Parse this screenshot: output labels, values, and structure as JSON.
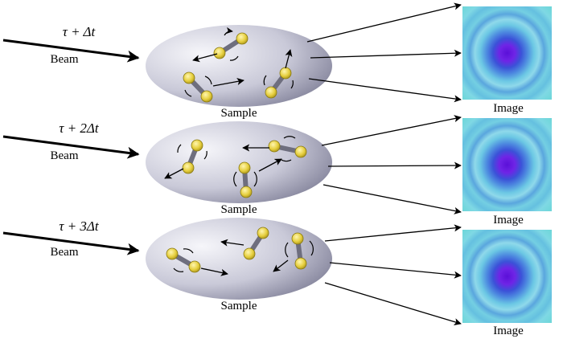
{
  "rows": [
    {
      "time_label": "τ + Δt",
      "beam_label": "Beam",
      "sample_label": "Sample",
      "image_label": "Image"
    },
    {
      "time_label": "τ + 2Δt",
      "beam_label": "Beam",
      "sample_label": "Sample",
      "image_label": "Image"
    },
    {
      "time_label": "τ + 3Δt",
      "beam_label": "Beam",
      "sample_label": "Sample",
      "image_label": "Image"
    }
  ],
  "colors": {
    "sample_light": "#f4f4f8",
    "sample_dark": "#7a7a96",
    "molecule_atom": "#e8d24a",
    "molecule_bond": "#6e6e7e",
    "image_bg": "#5fd6d6",
    "image_center": "#6a18d8",
    "arrow": "#000000"
  }
}
